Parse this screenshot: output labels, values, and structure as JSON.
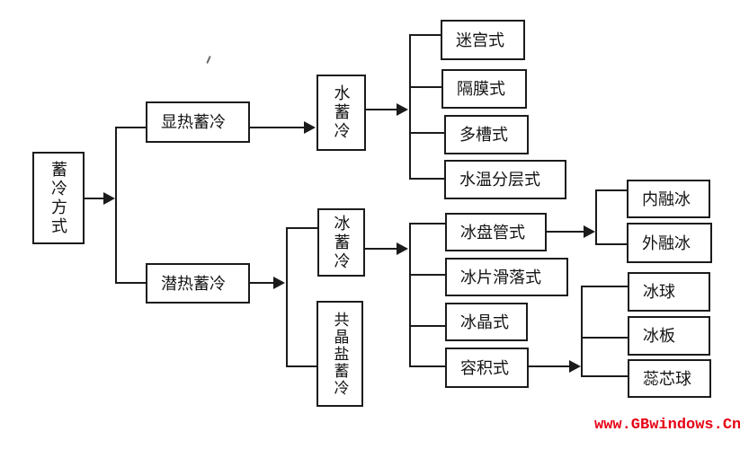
{
  "nodes": {
    "root": {
      "label": "蓄冷方式"
    },
    "sensible": {
      "label": "显热蓄冷"
    },
    "latent": {
      "label": "潜热蓄冷"
    },
    "water": {
      "label": "水蓄冷"
    },
    "labyrinth": {
      "label": "迷宫式"
    },
    "diaphragm": {
      "label": "隔膜式"
    },
    "multi_tank": {
      "label": "多槽式"
    },
    "stratified": {
      "label": "水温分层式"
    },
    "ice": {
      "label": "冰蓄冷"
    },
    "eutectic": {
      "label": "共晶盐蓄冷"
    },
    "ice_coil": {
      "label": "冰盘管式"
    },
    "ice_slide": {
      "label": "冰片滑落式"
    },
    "ice_crystal": {
      "label": "冰晶式"
    },
    "volumetric": {
      "label": "容积式"
    },
    "internal_melt": {
      "label": "内融冰"
    },
    "external_melt": {
      "label": "外融冰"
    },
    "ice_ball": {
      "label": "冰球"
    },
    "ice_plate": {
      "label": "冰板"
    },
    "core_ball": {
      "label": "蕊芯球"
    }
  },
  "watermark": {
    "text": "www.GBwindows.Cn",
    "color": "#e60014"
  },
  "colors": {
    "line": "#1b1b1b",
    "box_border": "#1b1b1b",
    "background": "#ffffff"
  }
}
